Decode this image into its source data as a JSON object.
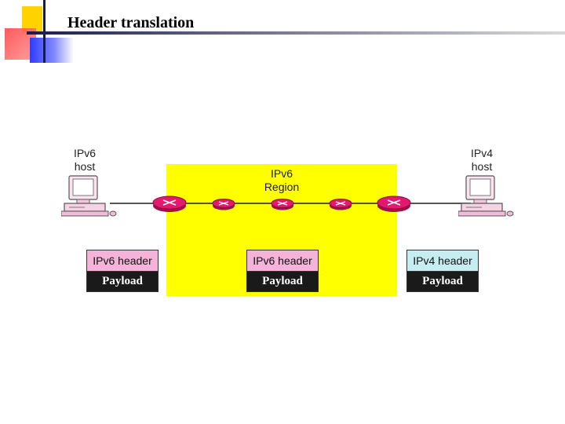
{
  "slide": {
    "title": "Header translation"
  },
  "diagram": {
    "left_host": {
      "label_line1": "IPv6",
      "label_line2": "host",
      "icon": "computer-icon"
    },
    "right_host": {
      "label_line1": "IPv4",
      "label_line2": "host",
      "icon": "computer-icon"
    },
    "region": {
      "label_line1": "IPv6",
      "label_line2": "Region",
      "color": "#ffff00"
    },
    "router_icon": "router-icon",
    "packets": [
      {
        "header": "IPv6 header",
        "payload": "Payload",
        "header_color": "#f5b3d9"
      },
      {
        "header": "IPv6 header",
        "payload": "Payload",
        "header_color": "#f5b3d9"
      },
      {
        "header": "IPv4 header",
        "payload": "Payload",
        "header_color": "#c6eef2"
      }
    ]
  },
  "colors": {
    "router": "#e2196e",
    "region": "#ffff00",
    "ipv6_header": "#f5b3d9",
    "ipv4_header": "#c6eef2",
    "payload": "#1a1a1a"
  }
}
